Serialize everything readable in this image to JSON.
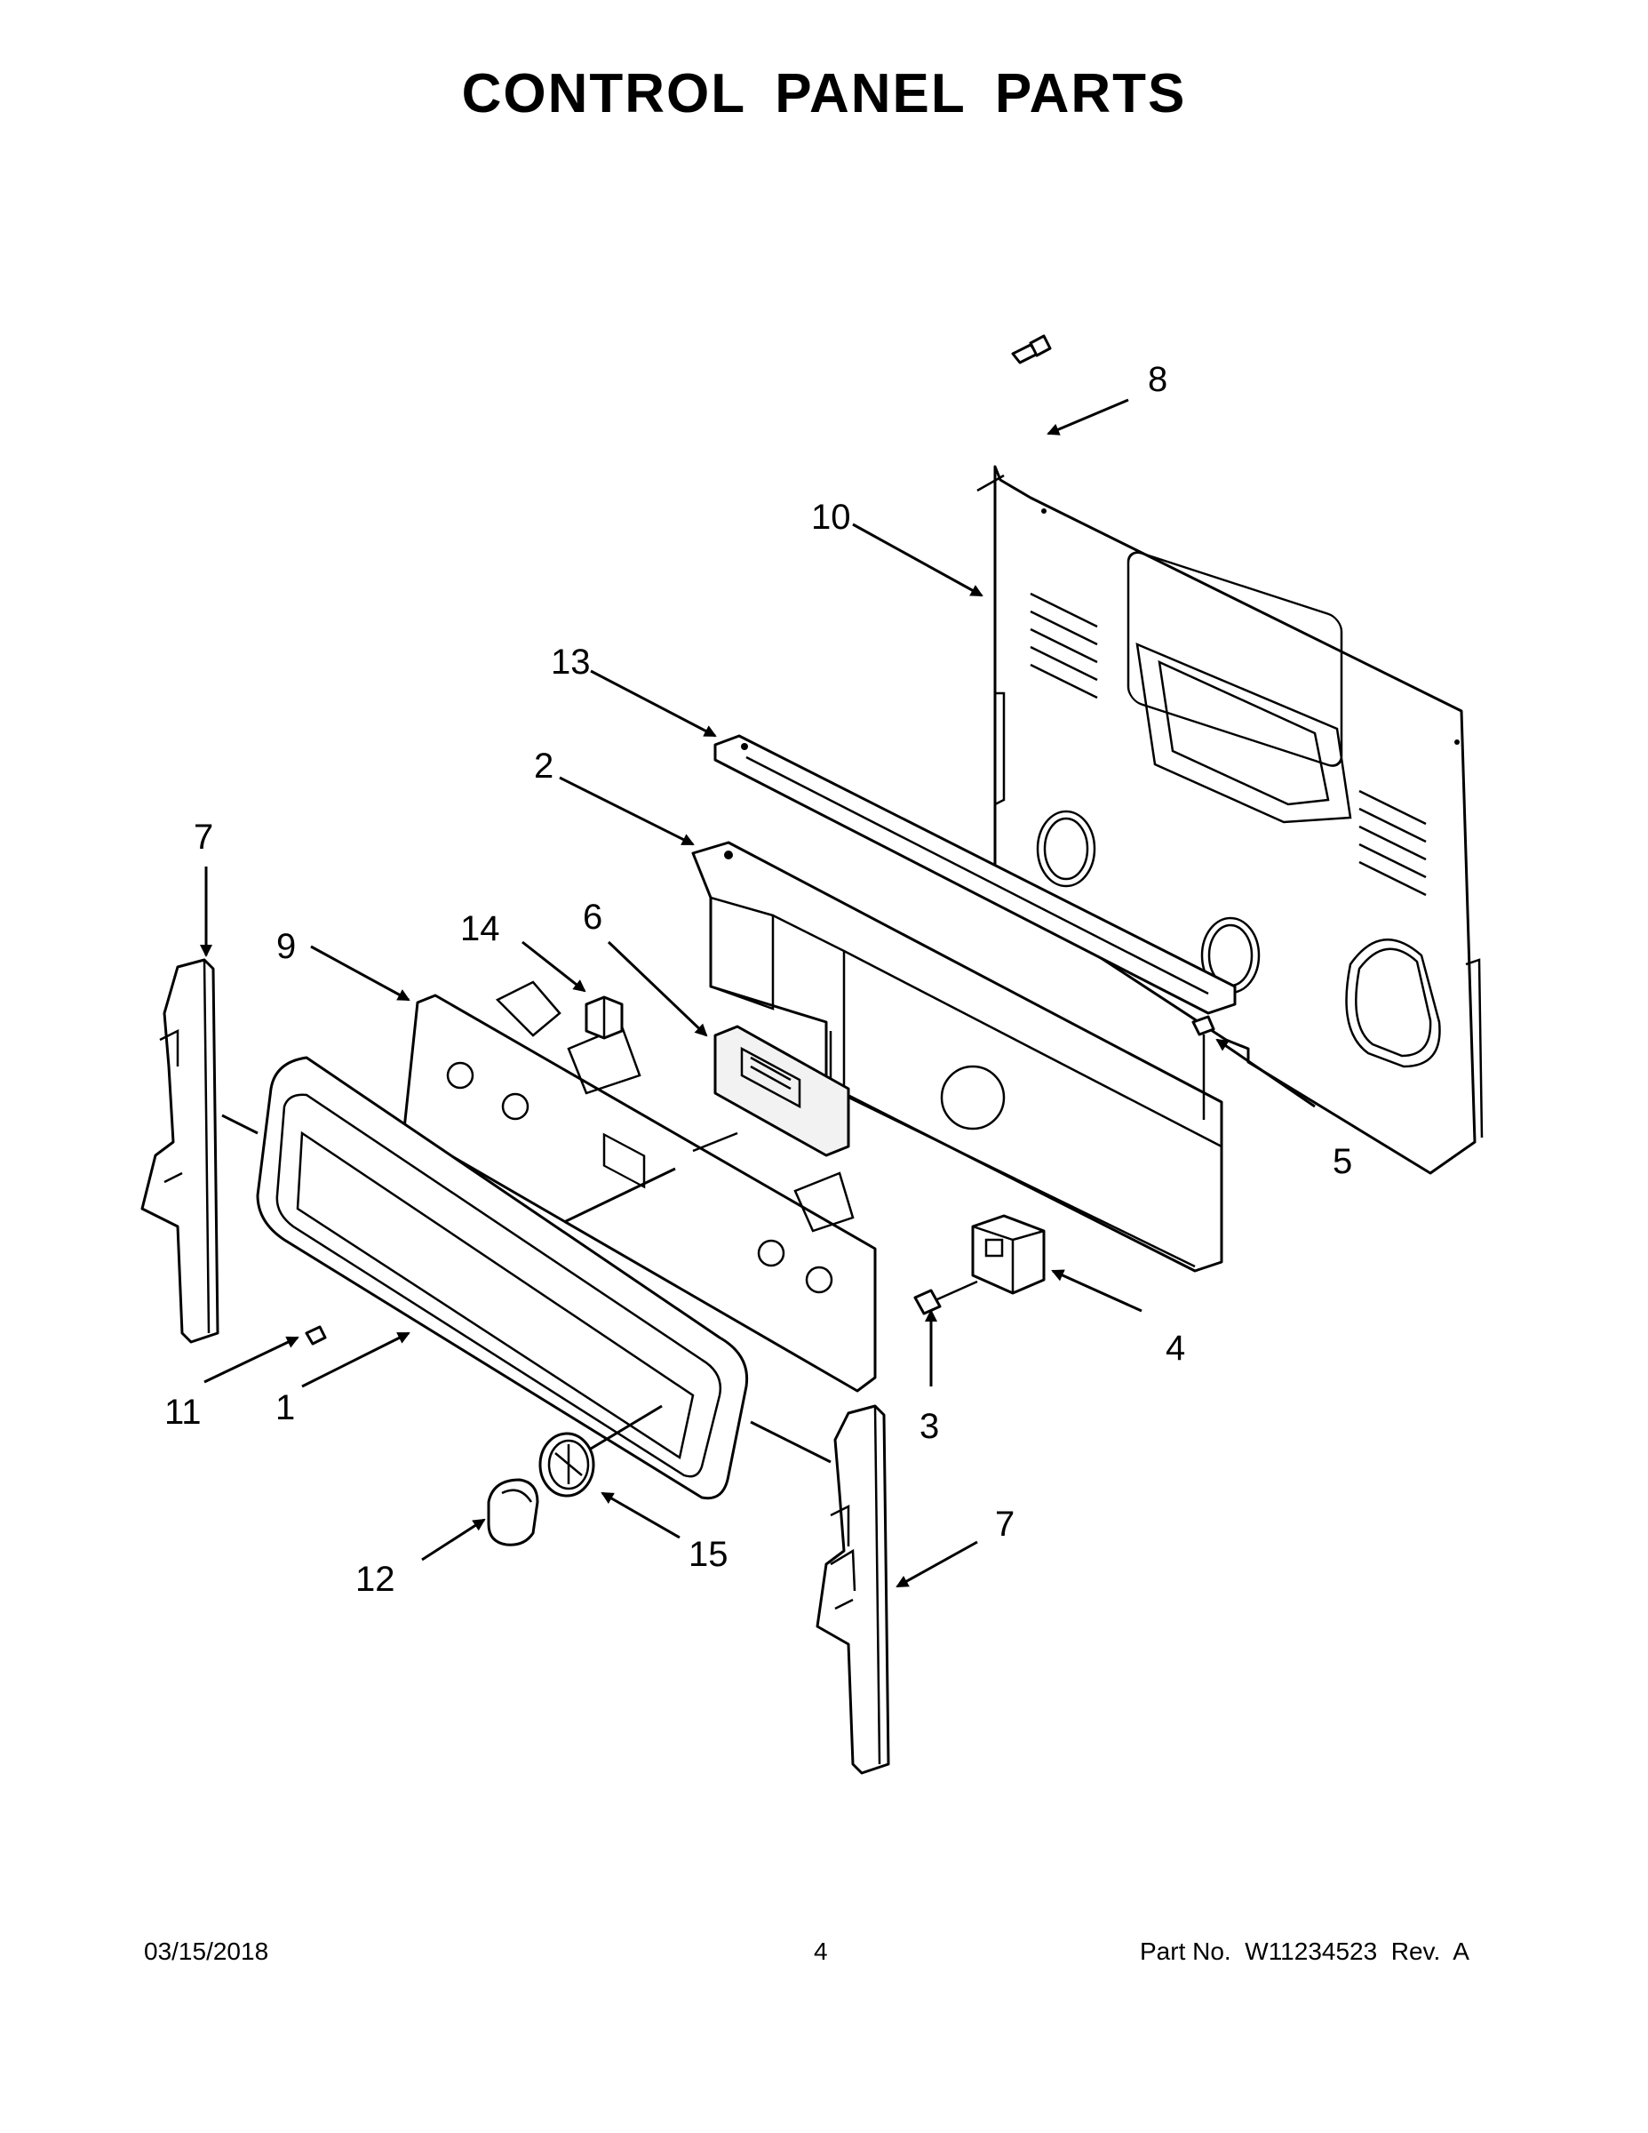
{
  "page": {
    "title": "CONTROL PANEL PARTS"
  },
  "callouts": [
    "8",
    "10",
    "13",
    "2",
    "7",
    "9",
    "14",
    "6",
    "5",
    "4",
    "11",
    "1",
    "3",
    "12",
    "15",
    "7"
  ],
  "footer": {
    "date": "03/15/2018",
    "page_number": "4",
    "part_number": "Part No.  W11234523  Rev.  A"
  }
}
